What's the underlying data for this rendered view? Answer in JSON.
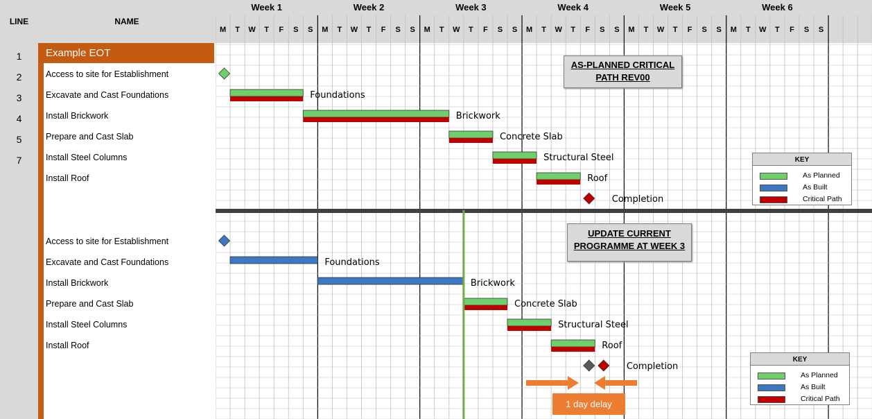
{
  "header": {
    "line_label": "LINE",
    "name_label": "NAME"
  },
  "project_title": "Example EOT",
  "line_numbers": [
    "1",
    "2",
    "3",
    "4",
    "5",
    "7"
  ],
  "weeks": [
    "Week 1",
    "Week 2",
    "Week 3",
    "Week 4",
    "Week 5",
    "Week 6"
  ],
  "day_letters": [
    "M",
    "T",
    "W",
    "T",
    "F",
    "S",
    "S",
    "M",
    "T",
    "W",
    "T",
    "F",
    "S",
    "S",
    "M",
    "T",
    "W",
    "T",
    "F",
    "S",
    "S",
    "M",
    "T",
    "W",
    "T",
    "F",
    "S",
    "S",
    "M",
    "T",
    "W",
    "T",
    "F",
    "S",
    "S",
    "M",
    "T",
    "W",
    "T",
    "F",
    "S",
    "S"
  ],
  "planned_tasks": [
    "Access to site for Establishment",
    "Excavate and Cast Foundations",
    "Install Brickwork",
    "Prepare and Cast Slab",
    "Install Steel Columns",
    "Install Roof"
  ],
  "update_tasks": [
    "Access to site for Establishment",
    "Excavate and Cast Foundations",
    "Install Brickwork",
    "Prepare and Cast Slab",
    "Install Steel Columns",
    "Install Roof"
  ],
  "planned_title": "AS-PLANNED CRITICAL PATH REV00",
  "update_title": "UPDATE CURRENT PROGRAMME AT WEEK 3",
  "key": {
    "title": "KEY",
    "items": [
      {
        "label": "As Planned",
        "color": "#6fcf6a"
      },
      {
        "label": "As Built",
        "color": "#3c78c3"
      },
      {
        "label": "Critical Path",
        "color": "#c00000"
      }
    ]
  },
  "delay_label": "1 day delay",
  "colors": {
    "planned": "#6fcf6a",
    "built": "#3c78c3",
    "critical": "#c00000",
    "orange": "#c55a11",
    "status_line": "#70ad47",
    "milestone_grey": "#595959",
    "arrow": "#ed7d31"
  },
  "chart_data": {
    "type": "gantt",
    "x_unit": "working day (Week 1 Monday = day 0)",
    "status_date": "Week 3 Wednesday",
    "panels": [
      {
        "title": "AS-PLANNED CRITICAL PATH REV00",
        "series": [
          {
            "task": "Access to site for Establishment",
            "kind": "milestone",
            "day": 0.5,
            "color": "planned",
            "label": ""
          },
          {
            "task": "Excavate and Cast Foundations",
            "kind": "bar",
            "start": 1,
            "end": 6,
            "critical": true,
            "color": "planned",
            "label": "Foundations"
          },
          {
            "task": "Install Brickwork",
            "kind": "bar",
            "start": 6,
            "end": 16,
            "critical": true,
            "color": "planned",
            "label": "Brickwork"
          },
          {
            "task": "Prepare and Cast Slab",
            "kind": "bar",
            "start": 16,
            "end": 19,
            "critical": true,
            "color": "planned",
            "label": "Concrete Slab"
          },
          {
            "task": "Install Steel Columns",
            "kind": "bar",
            "start": 19,
            "end": 22,
            "critical": true,
            "color": "planned",
            "label": "Structural Steel"
          },
          {
            "task": "Install Roof",
            "kind": "bar",
            "start": 22,
            "end": 25,
            "critical": true,
            "color": "planned",
            "label": "Roof"
          },
          {
            "task": "",
            "kind": "milestone",
            "day": 25.5,
            "color": "critical",
            "label": "Completion"
          }
        ]
      },
      {
        "title": "UPDATE CURRENT PROGRAMME AT WEEK 3",
        "series": [
          {
            "task": "Access to site for Establishment",
            "kind": "milestone",
            "day": 0.5,
            "color": "built",
            "label": ""
          },
          {
            "task": "Excavate and Cast Foundations",
            "kind": "bar",
            "start": 1,
            "end": 7,
            "critical": false,
            "color": "built",
            "label": "Foundations"
          },
          {
            "task": "Install Brickwork",
            "kind": "bar",
            "start": 7,
            "end": 17,
            "critical": false,
            "color": "built",
            "label": "Brickwork"
          },
          {
            "task": "Prepare and Cast Slab",
            "kind": "bar",
            "start": 17,
            "end": 20,
            "critical": true,
            "color": "planned",
            "label": "Concrete Slab"
          },
          {
            "task": "Install Steel Columns",
            "kind": "bar",
            "start": 20,
            "end": 23,
            "critical": true,
            "color": "planned",
            "label": "Structural Steel"
          },
          {
            "task": "Install Roof",
            "kind": "bar",
            "start": 23,
            "end": 26,
            "critical": true,
            "color": "planned",
            "label": "Roof"
          },
          {
            "task": "",
            "kind": "milestone",
            "day": 25.5,
            "color": "milestone_grey",
            "label": ""
          },
          {
            "task": "",
            "kind": "milestone",
            "day": 26.5,
            "color": "critical",
            "label": "Completion"
          }
        ]
      }
    ]
  }
}
